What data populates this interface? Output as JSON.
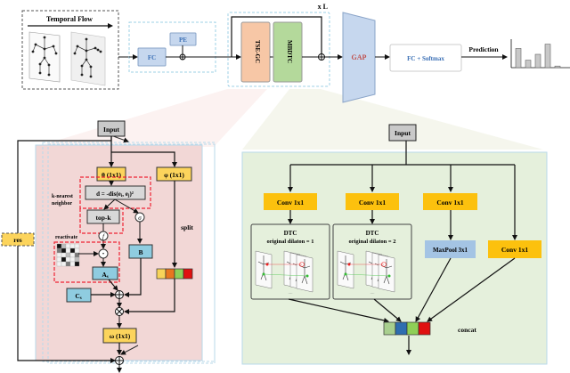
{
  "top": {
    "temporal_flow": "Temporal Flow",
    "fc": "FC",
    "pe": "PE",
    "block_repeat": "x L",
    "tse_gc": "TSE-GC",
    "mbdtc": "MBDTC",
    "gap": "GAP",
    "fc_softmax": "FC + Softmax",
    "prediction": "Prediction",
    "prediction_bars": [
      0.72,
      0.28,
      0.5,
      0.88,
      0.06
    ]
  },
  "tsegc": {
    "input": "Input",
    "theta": "θ (1x1)",
    "phi": "φ (1x1)",
    "distance": "d = -dis(e",
    "distance_tail": ")²",
    "knn_label_1": "k-nearest",
    "knn_label_2": "neighbor",
    "topk": "top-k",
    "sigma": "σ",
    "f": "f",
    "reactivate": "reactivate",
    "dot": "·",
    "a_s": "A",
    "a_s_sub": "s",
    "b": "B",
    "c_s": "C",
    "c_s_sub": "s",
    "split": "split",
    "omega": "ω (1x1)",
    "res": "res",
    "split_colors": [
      "#f7d35a",
      "#e8761f",
      "#8fcf57",
      "#e01010"
    ]
  },
  "mbdtc": {
    "input": "Input",
    "branches": [
      {
        "conv": "Conv 1x1",
        "title": "DTC",
        "subtitle": "original dilaton = 1"
      },
      {
        "conv": "Conv 1x1",
        "title": "DTC",
        "subtitle": "original dilaton = 2"
      },
      {
        "conv": "Conv 1x1",
        "pool": "MaxPool 3x1"
      },
      {
        "conv": "Conv 1x1"
      }
    ],
    "ellipsis": "....",
    "concat": "concat",
    "concat_colors": [
      "#a8cf8e",
      "#2f6db0",
      "#8fcf57",
      "#e01010"
    ]
  }
}
